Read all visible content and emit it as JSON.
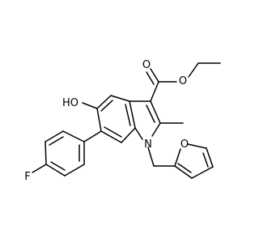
{
  "structure": {
    "atom_labels": {
      "ester_o_carbonyl": "O",
      "ester_o_single": "O",
      "hydroxyl": "HO",
      "ring_nitrogen": "N",
      "furan_oxygen": "O",
      "fluorine": "F"
    },
    "colors": {
      "bond": "#000000",
      "background": "#ffffff"
    }
  }
}
